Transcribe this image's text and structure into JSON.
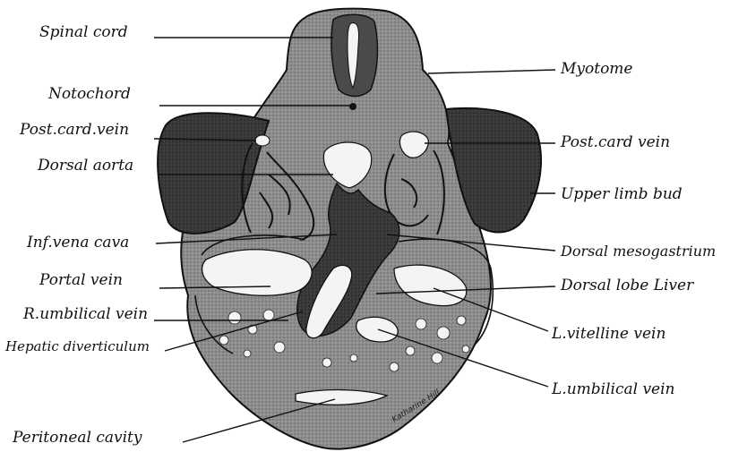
{
  "labels": {
    "spinal_cord": "Spinal cord",
    "notochord": "Notochord",
    "post_card_vein_left": "Post.card.vein",
    "dorsal_aorta": "Dorsal aorta",
    "inf_vena_cava": "Inf.vena cava",
    "portal_vein": "Portal vein",
    "r_umbilical_vein": "R.umbilical vein",
    "hepatic_diverticulum": "Hepatic diverticulum",
    "peritoneal_cavity": "Peritoneal cavity",
    "myotome": "Myotome",
    "post_card_vein_right": "Post.card vein",
    "upper_limb_bud": "Upper limb bud",
    "dorsal_mesogastrium": "Dorsal mesogastrium",
    "dorsal_lobe_liver": "Dorsal lobe Liver",
    "l_vitelline_vein": "L.vitelline vein",
    "l_umbilical_vein": "L.umbilical vein"
  },
  "signature": "Katharine Hill",
  "colors": {
    "tissue": "#8a8a8a",
    "dense_tissue": "#2b2b2b",
    "ink": "#111111",
    "background": "#ffffff"
  }
}
